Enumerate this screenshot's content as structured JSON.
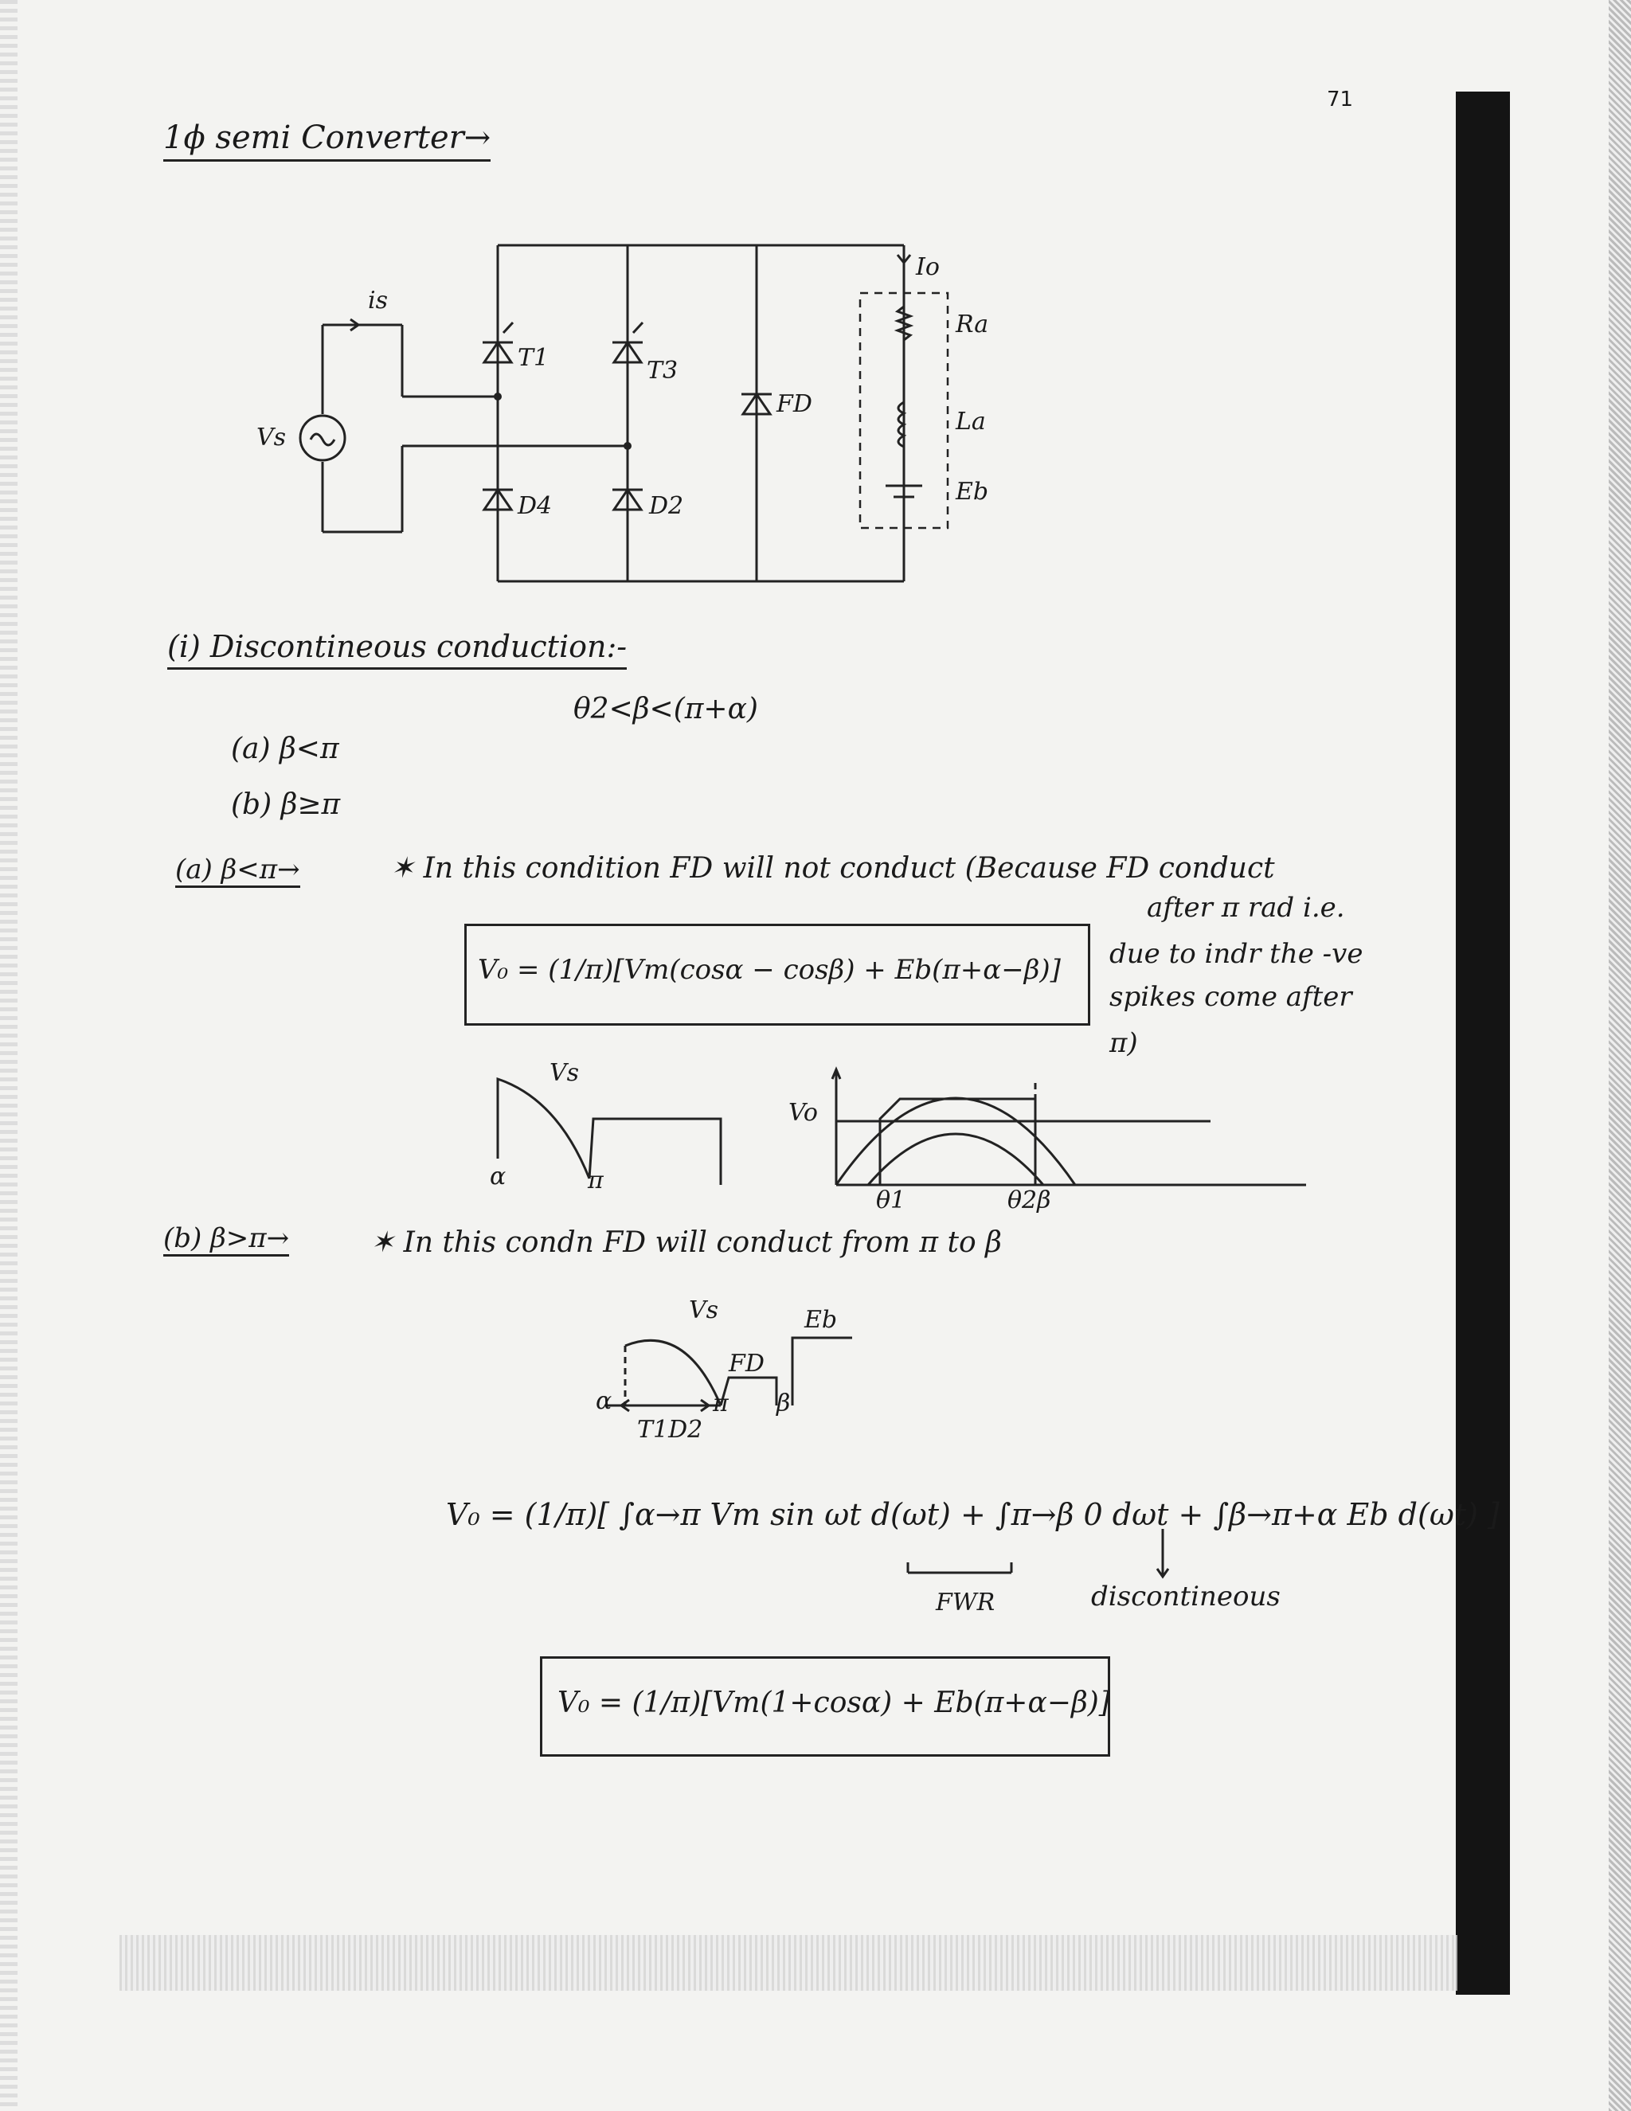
{
  "page_number": "71",
  "title": "1ϕ semi Converter→",
  "circuit": {
    "labels": {
      "is": "is",
      "vs": "Vs",
      "t1": "T1",
      "t3": "T3",
      "fd": "FD",
      "d4": "D4",
      "d2": "D2",
      "io": "Io",
      "ra": "Ra",
      "la": "La",
      "eb": "Eb"
    }
  },
  "section": {
    "heading": "(i) Discontineous conduction:-",
    "condition": "θ2<β<(π+α)",
    "case_a": "(a) β<π",
    "case_b": "(b) β≥π"
  },
  "case_a": {
    "label": "(a) β<π→",
    "note": "✶ In this condition FD will not conduct (Because FD conduct",
    "side_note": [
      "after π rad i.e.",
      "due to indr the -ve",
      "spikes come after",
      "π)"
    ],
    "formula": "V₀ = (1/π)[Vm(cosα − cosβ) + Eb(π+α−β)]",
    "waveform_left": {
      "vs": "Vs",
      "alpha": "α",
      "pi": "π"
    },
    "waveform_right": {
      "vo": "Vo",
      "theta1": "θ1",
      "theta2_beta": "θ2β"
    }
  },
  "case_b": {
    "label": "(b) β>π→",
    "note": "✶ In this condn FD will conduct from π to β",
    "waveform": {
      "vs": "Vs",
      "eb": "Eb",
      "fd": "FD",
      "alpha": "α",
      "pi": "π",
      "beta": "β",
      "t1d2": "T1D2"
    },
    "formula": "V₀ = (1/π)[ ∫α→π Vm sin ωt d(ωt) + ∫π→β 0 dωt + ∫β→π+α Eb d(ωt) ]",
    "fwr": "FWR",
    "discontinuous": "discontineous",
    "final_formula": "V₀ = (1/π)[Vm(1+cosα) + Eb(π+α−β)]"
  }
}
